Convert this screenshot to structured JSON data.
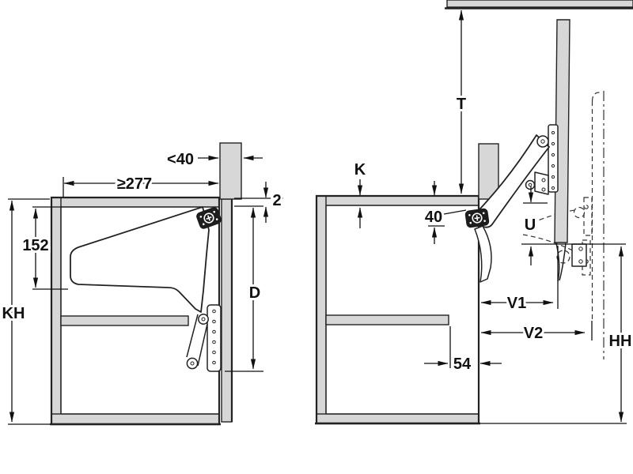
{
  "diagram": {
    "left_view": {
      "labels": {
        "lt40": "<40",
        "ge277": "≥277",
        "gap2": "2",
        "off152": "152",
        "kh": "KH",
        "d": "D"
      }
    },
    "right_view": {
      "labels": {
        "t": "T",
        "k": "K",
        "n40": "40",
        "u": "U",
        "v1": "V1",
        "v2": "V2",
        "n54": "54",
        "hh": "HH"
      }
    },
    "colors": {
      "panel_fill": "#d7d7d7",
      "mechanism_dark": "#1d1d1d",
      "line": "#222222",
      "background": "#ffffff"
    }
  }
}
